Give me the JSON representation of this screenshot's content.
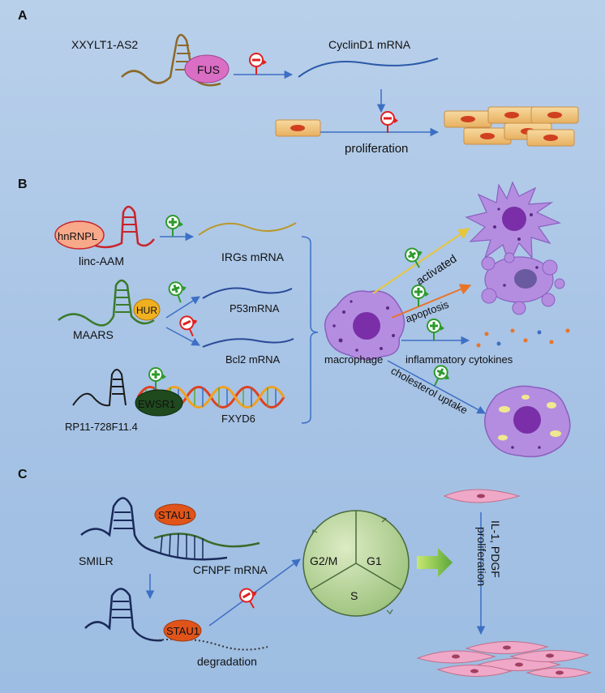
{
  "panels": {
    "a": {
      "letter": "A",
      "lncrna": "XXYLT1-AS2",
      "protein": "FUS",
      "target": "CyclinD1 mRNA",
      "outcome": "proliferation"
    },
    "b": {
      "letter": "B",
      "lncrnas": [
        "linc-AAM",
        "MAARS",
        "RP11-728F11.4"
      ],
      "proteins": [
        "hnRNPL",
        "HUR",
        "EWSR1"
      ],
      "targets": [
        "IRGs mRNA",
        "P53mRNA",
        "Bcl2 mRNA",
        "FXYD6"
      ],
      "cell": "macrophage",
      "outcomes": [
        "activated",
        "apoptosis",
        "inflammatory cytokines",
        "cholesterol uptake"
      ]
    },
    "c": {
      "letter": "C",
      "lncrna": "SMILR",
      "protein": "STAU1",
      "target": "CFNPF mRNA",
      "result": "degradation",
      "phases": [
        "G2/M",
        "G1",
        "S"
      ],
      "stimulus": "IL-1, PDGF",
      "outcome": "proliferation"
    }
  },
  "colors": {
    "background": "#a8c4e6",
    "arrow": "#3d6fc4",
    "inhibit": "#e02020",
    "promote": "#2e9a2e",
    "macrophage": "#b48de0",
    "nucleus": "#7a2fa8",
    "smooth_muscle": "#f0a8c8"
  }
}
